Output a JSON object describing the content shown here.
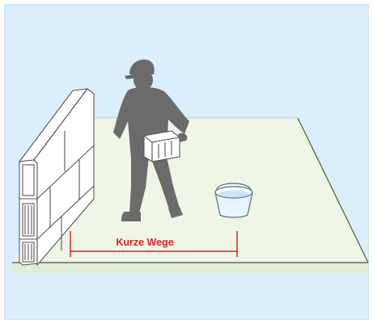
{
  "illustration": {
    "dimension_label": "Kurze Wege",
    "colors": {
      "background": "#dbeefb",
      "floor": "#eef5e6",
      "floor_edge": "#5f6a63",
      "worker": "#6b6b6b",
      "accent_line": "#d6242b"
    },
    "icons": [
      "worker-silhouette",
      "block-wall",
      "bucket"
    ]
  }
}
